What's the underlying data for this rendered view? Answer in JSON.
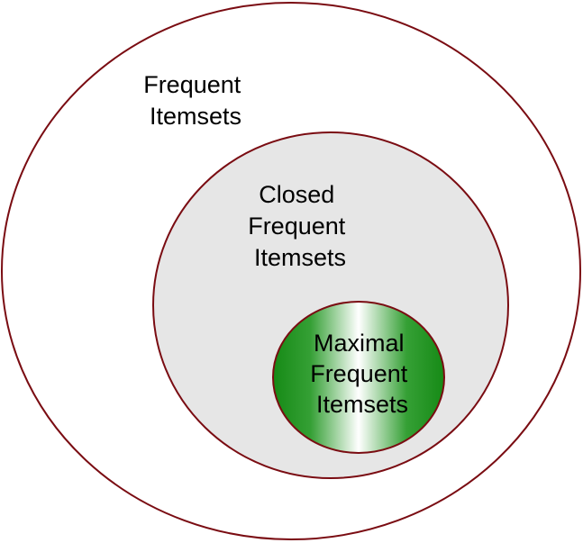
{
  "diagram": {
    "outer": {
      "lines": [
        "Frequent",
        "Itemsets"
      ]
    },
    "middle": {
      "lines": [
        "Closed",
        "Frequent",
        "Itemsets"
      ]
    },
    "inner": {
      "lines": [
        "Maximal",
        "Frequent",
        "Itemsets"
      ]
    }
  },
  "colors": {
    "stroke": "#7a0c12",
    "outer_fill": "#ffffff",
    "middle_fill": "#e6e6e6",
    "inner_dark": "#168a16",
    "inner_light": "#ffffff"
  }
}
